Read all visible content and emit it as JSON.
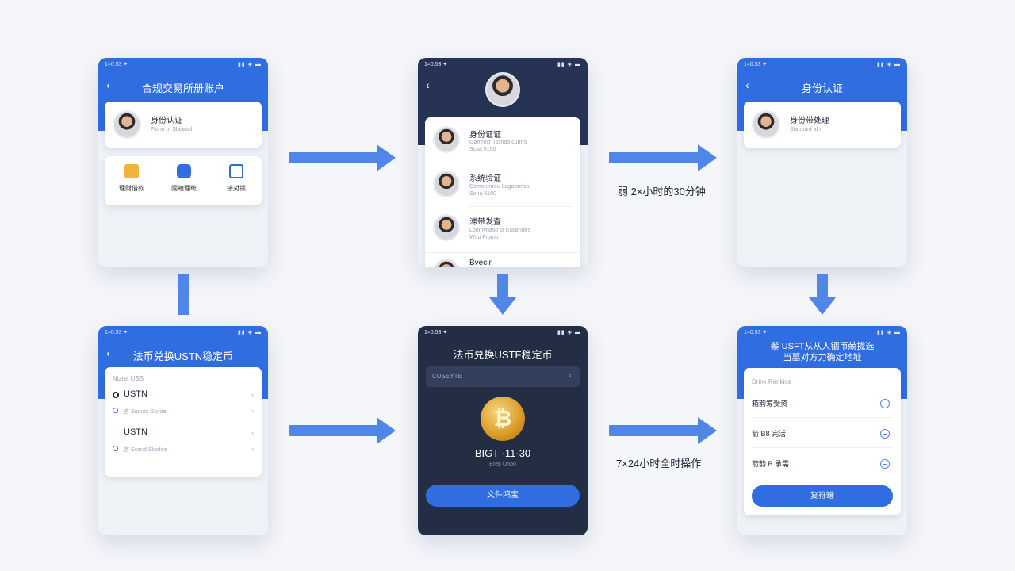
{
  "status": {
    "left": "1≈0:53 ✦",
    "right": "▮▮ ◈ ▬"
  },
  "screens": {
    "s1": {
      "title": "合规交易所册账户",
      "card_title": "身份认证",
      "card_sub": "Fluno of Sbowsd",
      "menu": [
        {
          "label": "理财借款",
          "icon": "wallet-icon"
        },
        {
          "label": "闯蝗理统",
          "icon": "shield-icon"
        },
        {
          "label": "接对锁",
          "icon": "document-icon"
        }
      ]
    },
    "s2": {
      "items": [
        {
          "title": "身份证证",
          "sub1": "Gamroxr Tssnao cumrs",
          "sub2": "Scua 5100"
        },
        {
          "title": "系统验证",
          "sub1": "Comonnrreu Lagaonmio",
          "sub2": "Sona 5100"
        },
        {
          "title": "滞带发查",
          "sub1": "Loomvnaso ta Estamdes",
          "sub2": "Wrui Fromo"
        },
        {
          "title": "Bvecir",
          "sub1": "",
          "sub2": ""
        }
      ]
    },
    "s3": {
      "title": "身份认证",
      "card_title": "身份带处理",
      "card_sub": "Statouvd alh"
    },
    "s4": {
      "title": "法币兑换USTN稳定币",
      "section": "Nizna USS",
      "rows": [
        {
          "name": "USTN",
          "sub": "言 Sudnot Gisrde"
        },
        {
          "name": "USTN",
          "sub": "言 Scand Skodoo"
        }
      ]
    },
    "s5": {
      "title": "法币兑换USTF稳定币",
      "search": "CUSEYTE",
      "coin_label": "BIGT ·11·30",
      "coin_sub": "Erep Onoo",
      "button": "文件鸿宝"
    },
    "s6": {
      "title_line1": "鬃 USFT从从人锢币兢拢选",
      "title_line2": "当墓对方力确定地址",
      "section": "Drink Rankice",
      "options": [
        "箱韵筹受资",
        "箭 B8 完活",
        "箭韵 B 承需"
      ],
      "button": "复符罐"
    }
  },
  "notes": {
    "right_top": "弱 2×小时的30分钟",
    "right_bottom": "7×24小时全时操作"
  },
  "colors": {
    "primary": "#2f6de1",
    "arrow": "#4f86e8",
    "dark": "#232d44"
  }
}
